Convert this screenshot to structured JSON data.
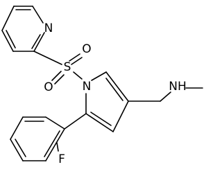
{
  "molecule": {
    "atoms": {
      "pyridine_n": "N",
      "sulfonyl_s": "S",
      "sulfonyl_o_upper": "O",
      "sulfonyl_o_lower": "O",
      "pyrrole_n": "N",
      "amine_nh": "NH",
      "fluorine": "F"
    }
  }
}
